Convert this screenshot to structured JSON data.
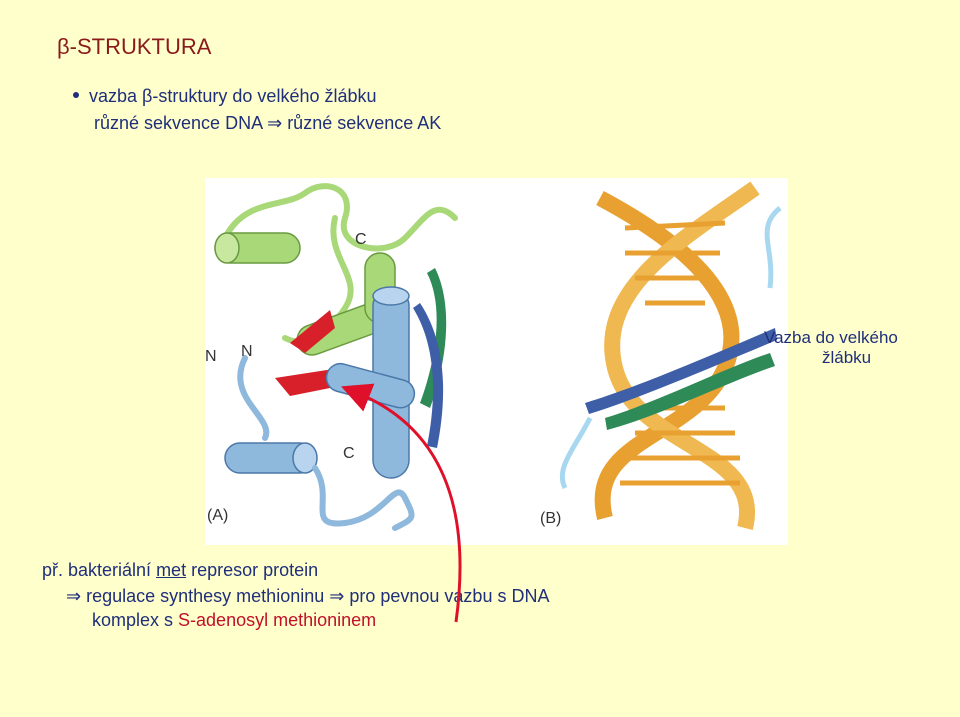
{
  "slide": {
    "title_symbol": "β",
    "title_text": "-STRUKTURA",
    "bullet": {
      "prefix": "vazba ",
      "symbol": "β",
      "suffix": "-struktury do velkého žlábku"
    },
    "sub": {
      "left": "různé sekvence DNA ",
      "implies": "⇒",
      "right": " různé sekvence AK"
    },
    "figure": {
      "label_a": "(A)",
      "label_b": "(B)",
      "c_top": "C",
      "c_bottom": "C",
      "n_left": "N",
      "n_right": "N"
    },
    "side_note": {
      "line1": "Vazba do velkého",
      "line2": "žlábku"
    },
    "example": {
      "prefix": "př. bakteriální ",
      "underlined": "met",
      "suffix": " represor protein",
      "line2_implies1": "⇒",
      "line2_a": " regulace synthesy methioninu ",
      "line2_implies2": "⇒",
      "line2_b": " pro pevnou vazbu s DNA",
      "line3_a": "komplex s ",
      "line3_b": "S-adenosyl methioninem"
    }
  },
  "colors": {
    "background": "#FFFFCC",
    "title": "#8B1A1A",
    "text": "#1F2F7A",
    "accent_red": "#C0102A",
    "helix_orange": "#E8A030",
    "strand_green": "#2E8B57",
    "strand_blue": "#3E5FA8",
    "helix_lightgreen": "#A8D878",
    "helix_lightblue": "#8FB8DD"
  }
}
